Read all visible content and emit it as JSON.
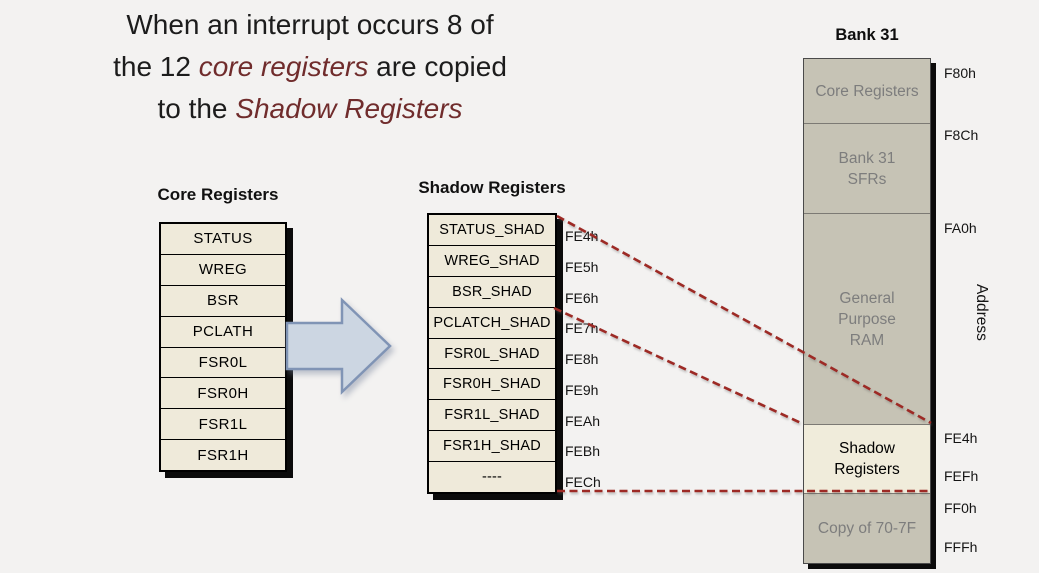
{
  "slide": {
    "title": {
      "line1": "When an interrupt occurs 8 of",
      "line2_pre": "the 12 ",
      "line2_em": "core registers",
      "line2_post": " are copied",
      "line3_pre": "to the ",
      "line3_em": "Shadow Registers"
    },
    "core_table": {
      "heading": "Core Registers",
      "rows": [
        "STATUS",
        "WREG",
        "BSR",
        "PCLATH",
        "FSR0L",
        "FSR0H",
        "FSR1L",
        "FSR1H"
      ]
    },
    "shadow_table": {
      "heading": "Shadow Registers",
      "rows": [
        {
          "name": "STATUS_SHAD",
          "address": "FE4h"
        },
        {
          "name": "WREG_SHAD",
          "address": "FE5h"
        },
        {
          "name": "BSR_SHAD",
          "address": "FE6h"
        },
        {
          "name": "PCLATCH_SHAD",
          "address": "FE7h"
        },
        {
          "name": "FSR0L_SHAD",
          "address": "FE8h"
        },
        {
          "name": "FSR0H_SHAD",
          "address": "FE9h"
        },
        {
          "name": "FSR1L_SHAD",
          "address": "FEAh"
        },
        {
          "name": "FSR1H_SHAD",
          "address": "FEBh"
        },
        {
          "name": "----",
          "address": "FECh"
        }
      ]
    },
    "bank31": {
      "heading": "Bank 31",
      "sections": [
        {
          "label": "Core Registers"
        },
        {
          "label": "Bank 31\nSFRs"
        },
        {
          "label": "General\nPurpose\nRAM"
        },
        {
          "label": "Shadow\nRegisters"
        },
        {
          "label": "Copy of 70-7F"
        }
      ],
      "addresses": [
        "F80h",
        "F8Ch",
        "FA0h",
        "FE4h",
        "FEFh",
        "FF0h",
        "FFFh"
      ],
      "axis_label": "Address"
    },
    "connectors": [
      {
        "from": "shadow-table-top-right",
        "to": "bank31-shadow-region-top-right"
      },
      {
        "from": "shadow-table-right-mid",
        "to": "bank31-shadow-region-top-left"
      },
      {
        "from": "shadow-table-bottom-right",
        "to": "bank31-shadow-region-bottom-right"
      }
    ],
    "colors": {
      "emphasis_maroon": "#702c2c",
      "connector_red": "#9d2a25",
      "table_cream": "#efeada",
      "bank_gray": "#c6c3b5",
      "arrow_fill": "#ccd6e2",
      "arrow_stroke": "#8094b5"
    }
  }
}
